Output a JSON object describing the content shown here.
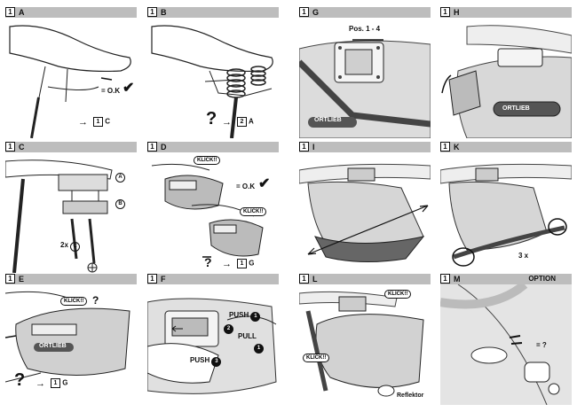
{
  "steps": {
    "A": {
      "num": "1",
      "letter": "A",
      "ok": "= O.K",
      "next_arrow": "→",
      "next_num": "1",
      "next_letter": "C"
    },
    "B": {
      "num": "1",
      "letter": "B",
      "q": "?",
      "next_arrow": "→",
      "next_num": "2",
      "next_letter": "A"
    },
    "C": {
      "num": "1",
      "letter": "C",
      "a": "A",
      "b": "B",
      "count": "2x",
      "c": "C"
    },
    "D": {
      "num": "1",
      "letter": "D",
      "klick1": "KLICK!!",
      "ok": "= O.K",
      "klick2": "KLICK!!",
      "q": "?",
      "next_arrow": "→",
      "next_num": "1",
      "next_letter": "G"
    },
    "E": {
      "num": "1",
      "letter": "E",
      "klick": "KLICK!!",
      "q": "?",
      "brand": "ORTLIEB",
      "q2": "?",
      "next_arrow": "→",
      "next_num": "1",
      "next_letter": "G"
    },
    "F": {
      "num": "1",
      "letter": "F",
      "push1": "PUSH",
      "n1": "1",
      "n2": "2",
      "pull": "PULL",
      "n3": "1",
      "push2": "PUSH",
      "n4": "3"
    },
    "G": {
      "num": "1",
      "letter": "G",
      "pos": "Pos. 1 - 4",
      "brand": "ORTLIEB"
    },
    "H": {
      "num": "1",
      "letter": "H",
      "brand": "ORTLIEB"
    },
    "I": {
      "num": "1",
      "letter": "I"
    },
    "K": {
      "num": "1",
      "letter": "K",
      "count": "3 x"
    },
    "L": {
      "num": "1",
      "letter": "L",
      "klick1": "KLICK!!",
      "klick2": "KLICK!!",
      "reflektor": "Reflektor"
    },
    "M": {
      "num": "1",
      "letter": "M",
      "option": "OPTION",
      "eq": "= ?"
    }
  }
}
